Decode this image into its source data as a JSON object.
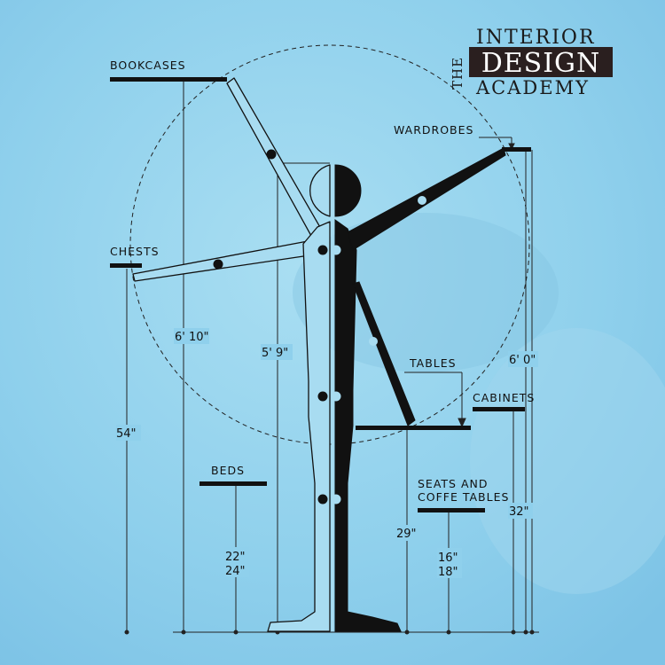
{
  "logo": {
    "the": "THE",
    "interior": "INTERIOR",
    "design": "DESIGN",
    "academy": "ACADEMY"
  },
  "labels": {
    "bookcases": "BOOKCASES",
    "wardrobes": "WARDROBES",
    "chests": "CHESTS",
    "tables": "TABLES",
    "cabinets": "CABINETS",
    "beds": "BEDS",
    "seats_line1": "SEATS AND",
    "seats_line2": "COFFE TABLES"
  },
  "dimensions": {
    "bookcases": "6' 10\"",
    "figure": "5' 9\"",
    "wardrobes": "6' 0\"",
    "chests": "54\"",
    "beds_min": "22\"",
    "beds_max": "24\"",
    "tables": "29\"",
    "seats_min": "16\"",
    "seats_max": "18\"",
    "cabinets": "32\""
  },
  "colors": {
    "background": "#8fd0ec",
    "ink": "#111111",
    "logo_box": "#2a1f1f"
  }
}
